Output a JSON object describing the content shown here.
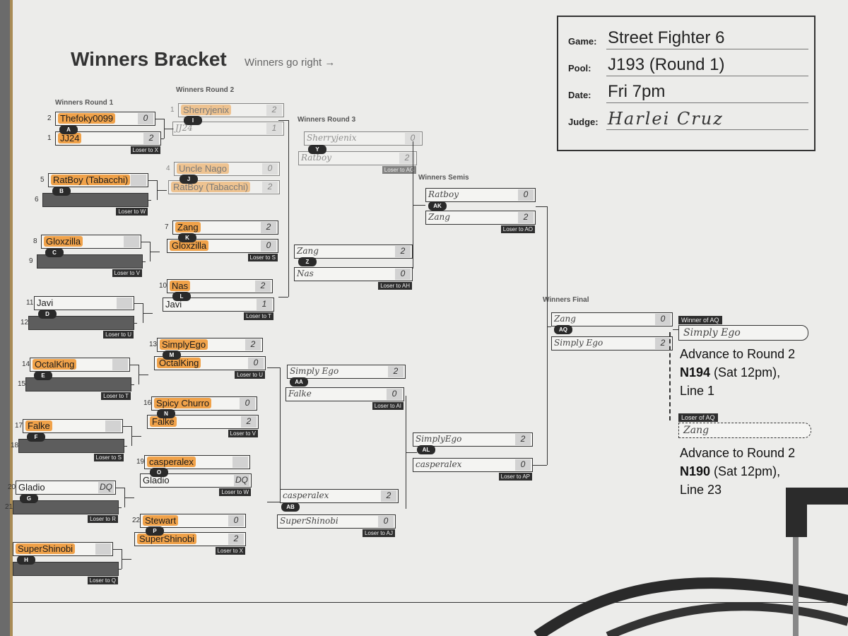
{
  "header": {
    "title": "Winners Bracket",
    "subtitle": "Winners go right →"
  },
  "info": {
    "game_label": "Game:",
    "game": "Street Fighter 6",
    "pool_label": "Pool:",
    "pool": "J193 (Round 1)",
    "date_label": "Date:",
    "date": "Fri 7pm",
    "judge_label": "Judge:",
    "judge": "Harlei Cruz"
  },
  "rounds": {
    "r1": "Winners Round 1",
    "r2": "Winners Round 2",
    "r3": "Winners Round 3",
    "semis": "Winners Semis",
    "final": "Winners Final"
  },
  "r1": [
    {
      "seed": "2",
      "name": "Thefoky0099",
      "score": "0",
      "hl": true
    },
    {
      "seed": "1",
      "name": "JJ24",
      "score": "2",
      "hl": true,
      "loser": "Loser to X"
    },
    {
      "seed": "5",
      "name": "RatBoy (Tabacchi)",
      "score": "",
      "hl": true
    },
    {
      "seed": "6",
      "name": "",
      "score": "",
      "empty": true,
      "loser": "Loser to W"
    },
    {
      "seed": "8",
      "name": "Gloxzilla",
      "score": "",
      "hl": true
    },
    {
      "seed": "9",
      "name": "",
      "score": "",
      "empty": true,
      "loser": "Loser to V"
    },
    {
      "seed": "11",
      "name": "Javi",
      "score": "",
      "hl": false
    },
    {
      "seed": "12",
      "name": "",
      "score": "",
      "empty": true,
      "loser": "Loser to U"
    },
    {
      "seed": "14",
      "name": "OctalKing",
      "score": "",
      "hl": true
    },
    {
      "seed": "15",
      "name": "",
      "score": "",
      "empty": true,
      "loser": "Loser to T"
    },
    {
      "seed": "17",
      "name": "Falke",
      "score": "",
      "hl": true
    },
    {
      "seed": "18",
      "name": "",
      "score": "",
      "empty": true,
      "loser": "Loser to S"
    },
    {
      "seed": "20",
      "name": "Gladio",
      "score": "DQ",
      "hl": false
    },
    {
      "seed": "21",
      "name": "",
      "score": "",
      "empty": true,
      "loser": "Loser to R"
    },
    {
      "seed": "",
      "name": "SuperShinobi",
      "score": "",
      "hl": true
    },
    {
      "seed": "",
      "name": "",
      "score": "",
      "empty": true,
      "loser": "Loser to Q"
    }
  ],
  "r1_badges": [
    "A",
    "B",
    "C",
    "D",
    "E",
    "F",
    "G",
    "H"
  ],
  "r2": [
    {
      "seed": "1",
      "name": "Sherryjenix",
      "score": "2",
      "hl": true,
      "faded": true
    },
    {
      "seed": "",
      "name": "JJ24",
      "score": "1",
      "hw": true,
      "faded": true
    },
    {
      "seed": "4",
      "name": "Uncle Nago",
      "score": "0",
      "hl": true,
      "faded": true
    },
    {
      "seed": "",
      "name": "RatBoy (Tabacchi)",
      "score": "2",
      "hl": true,
      "faded": true
    },
    {
      "seed": "7",
      "name": "Zang",
      "score": "2",
      "hl": true
    },
    {
      "seed": "",
      "name": "Gloxzilla",
      "score": "0",
      "hl": true,
      "loser": "Loser to S"
    },
    {
      "seed": "10",
      "name": "Nas",
      "score": "2",
      "hl": true
    },
    {
      "seed": "",
      "name": "Javi",
      "score": "1",
      "hl": false,
      "loser": "Loser to T"
    },
    {
      "seed": "13",
      "name": "SimplyEgo",
      "score": "2",
      "hl": true
    },
    {
      "seed": "",
      "name": "OctalKing",
      "score": "0",
      "hl": true,
      "loser": "Loser to U"
    },
    {
      "seed": "16",
      "name": "Spicy Churro",
      "score": "0",
      "hl": true
    },
    {
      "seed": "",
      "name": "Falke",
      "score": "2",
      "hl": true,
      "loser": "Loser to V"
    },
    {
      "seed": "19",
      "name": "casperalex",
      "score": "",
      "hl": true
    },
    {
      "seed": "",
      "name": "Gladio",
      "score": "DQ",
      "hl": false,
      "loser": "Loser to W"
    },
    {
      "seed": "22",
      "name": "Stewart",
      "score": "0",
      "hl": true
    },
    {
      "seed": "",
      "name": "SuperShinobi",
      "score": "2",
      "hl": true,
      "loser": "Loser to X"
    }
  ],
  "r2_badges": [
    "I",
    "J",
    "K",
    "L",
    "M",
    "N",
    "O",
    "P"
  ],
  "r3": [
    {
      "name": "Sherryjenix",
      "score": "0",
      "hw": true,
      "faded": true
    },
    {
      "name": "Ratboy",
      "score": "2",
      "hw": true,
      "faded": true,
      "loser": "Loser to AG"
    },
    {
      "name": "Zang",
      "score": "2",
      "hw": true
    },
    {
      "name": "Nas",
      "score": "0",
      "hw": true,
      "loser": "Loser to AH"
    },
    {
      "name": "Simply Ego",
      "score": "2",
      "hw": true
    },
    {
      "name": "Falke",
      "score": "0",
      "hw": true,
      "loser": "Loser to AI"
    },
    {
      "name": "casperalex",
      "score": "2",
      "hw": true
    },
    {
      "name": "SuperShinobi",
      "score": "0",
      "hw": true,
      "loser": "Loser to AJ"
    }
  ],
  "r3_badges": [
    "Y",
    "Z",
    "AA",
    "AB"
  ],
  "semis": [
    {
      "name": "Ratboy",
      "score": "0",
      "hw": true
    },
    {
      "name": "Zang",
      "score": "2",
      "hw": true,
      "loser": "Loser to AO"
    },
    {
      "name": "SimplyEgo",
      "score": "2",
      "hw": true
    },
    {
      "name": "casperalex",
      "score": "0",
      "hw": true,
      "loser": "Loser to AP"
    }
  ],
  "semis_badges": [
    "AK",
    "AL"
  ],
  "final": [
    {
      "name": "Zang",
      "score": "0",
      "hw": true
    },
    {
      "name": "Simply Ego",
      "score": "2",
      "hw": true
    }
  ],
  "final_badge": "AQ",
  "winner": {
    "tag": "Winner of AQ",
    "name": "Simply Ego",
    "line1": "Advance to Round 2",
    "pool": "N194",
    "time": " (Sat 12pm),",
    "line3": "Line 1"
  },
  "loser": {
    "tag": "Loser of AQ",
    "name": "Zang",
    "line1": "Advance to Round 2",
    "pool": "N190",
    "time": " (Sat 12pm),",
    "line3": "Line 23"
  }
}
